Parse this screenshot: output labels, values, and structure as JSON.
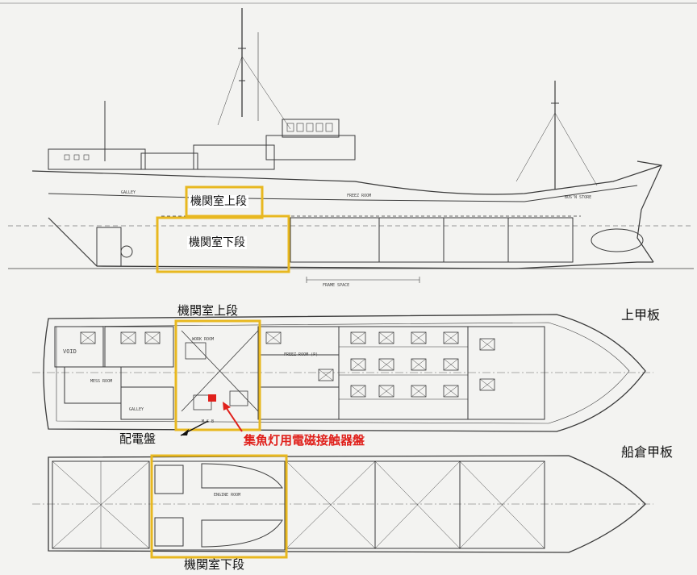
{
  "colors": {
    "highlight": "#e8b820",
    "annotation_red": "#e0201b",
    "line": "#3a3a3a"
  },
  "labels": {
    "engine_upper_side": "機関室上段",
    "engine_lower_side": "機関室下段",
    "engine_upper_plan": "機関室上段",
    "engine_lower_plan": "機関室下段",
    "upper_deck": "上甲板",
    "hold_deck": "船倉甲板",
    "switchboard": "配電盤",
    "contactor_panel": "集魚灯用電磁接触器盤"
  },
  "drawing_text": {
    "galley": "GALLEY",
    "freez_room": "FREEZ ROOM",
    "bosn_store": "BOS'N STORE",
    "void": "VOID",
    "mess_room": "MESS ROOM",
    "galley_plan": "GALLEY",
    "work_room": "WORK ROOM",
    "freez_room_plan": "FREEZ ROOM (P)",
    "engine_room": "ENGINE ROOM",
    "msb": "M S B",
    "frame_space": "FRAME SPACE"
  }
}
